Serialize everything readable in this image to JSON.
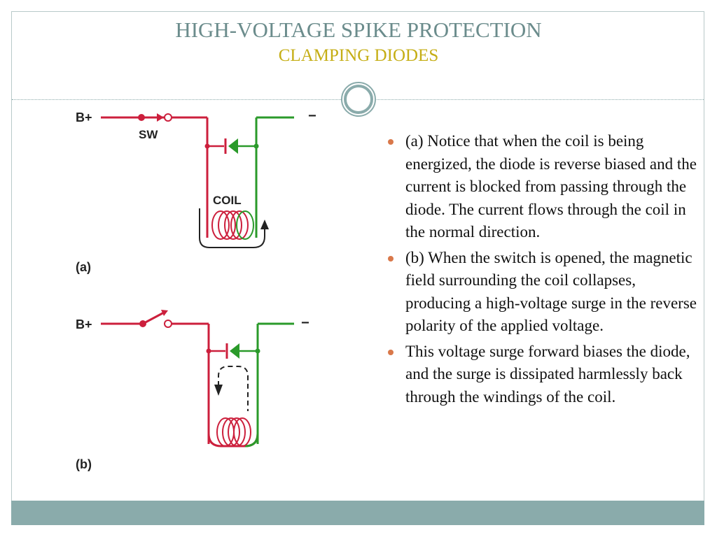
{
  "slide": {
    "title": "HIGH-VOLTAGE SPIKE PROTECTION",
    "subtitle": "CLAMPING DIODES",
    "colors": {
      "title": "#6b8c8c",
      "subtitle": "#c5ae15",
      "bullet": "#d9784a",
      "footer": "#8aabab",
      "wire_positive": "#cc1f3c",
      "wire_negative": "#2a9a2a"
    }
  },
  "diagram": {
    "a": {
      "supply_label": "B+",
      "switch_label": "SW",
      "ground_label": "−",
      "coil_label": "COIL",
      "panel_label": "(a)"
    },
    "b": {
      "supply_label": "B+",
      "ground_label": "−",
      "panel_label": "(b)"
    }
  },
  "bullets": [
    "(a) Notice that when the coil is being energized, the diode is reverse biased and the current is blocked from passing through the diode. The current flows through the coil in the normal direction.",
    "(b) When the switch is opened, the magnetic field surrounding the coil collapses, producing a high-voltage surge in the reverse polarity of the applied voltage.",
    "This voltage surge forward biases the diode, and the surge is dissipated harmlessly back through the windings of the coil."
  ]
}
